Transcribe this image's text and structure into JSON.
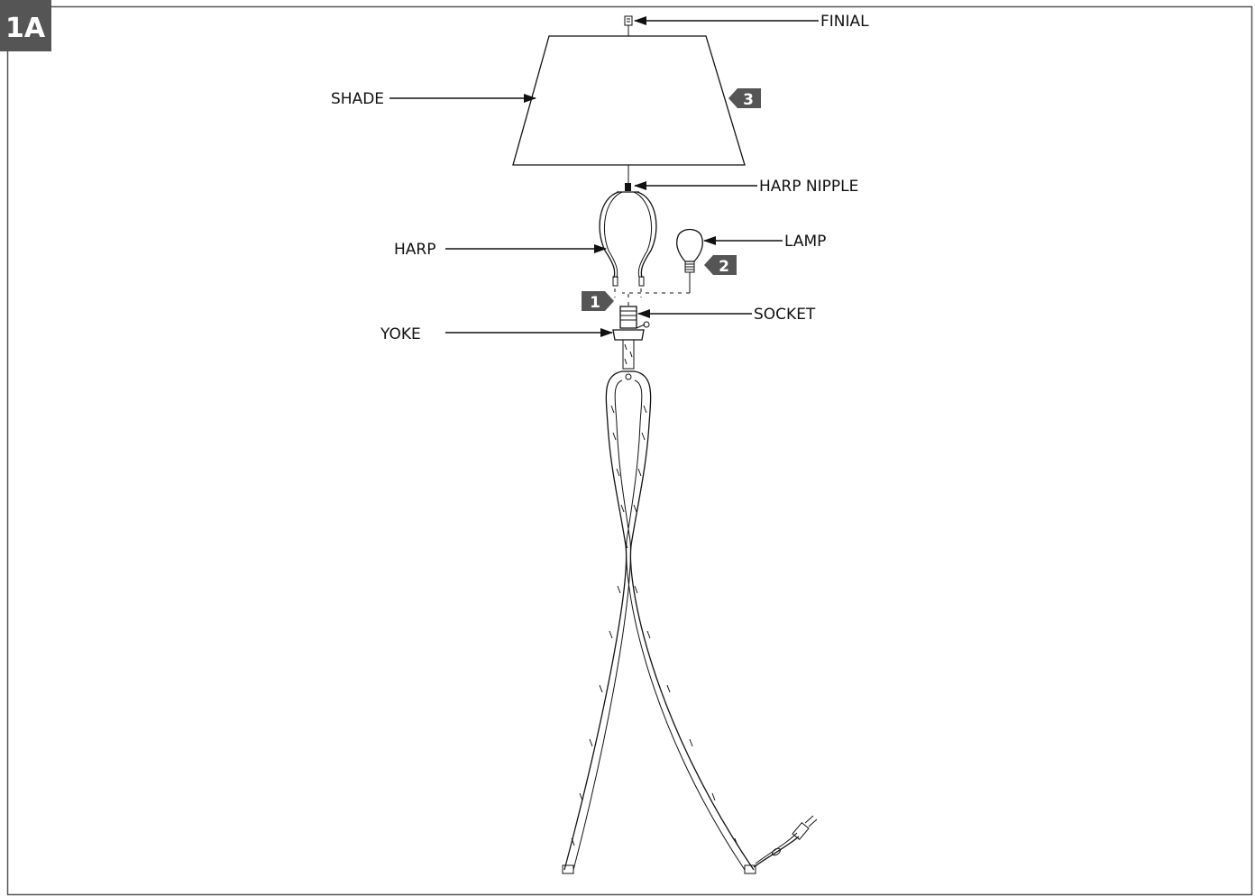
{
  "figure": {
    "corner_label": "1A",
    "accent_color": "#555555"
  },
  "parts": {
    "finial": "FINIAL",
    "shade": "SHADE",
    "harp_nipple": "HARP NIPPLE",
    "harp": "HARP",
    "lamp": "LAMP",
    "socket": "SOCKET",
    "yoke": "YOKE"
  },
  "steps": {
    "step1": "1",
    "step2": "2",
    "step3": "3"
  }
}
